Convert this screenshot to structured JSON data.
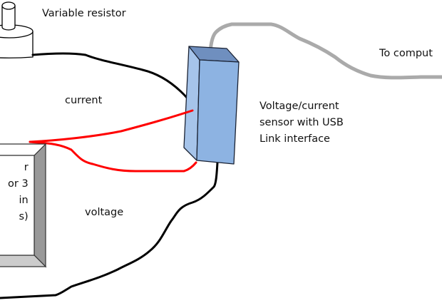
{
  "labels": {
    "variable_resistor": "Variable resistor",
    "current": "current",
    "voltage": "voltage",
    "to_computer": "To comput",
    "sensor": [
      "Voltage/current",
      "sensor with USB",
      "Link interface"
    ],
    "source": [
      "r",
      "or 3",
      "in",
      "s)"
    ]
  },
  "colors": {
    "red_wire": "#ff0000",
    "black_wire": "#000000",
    "usb_cable": "#aaaaaa",
    "sensor_front": "#8db3e2",
    "sensor_side": "#a6c4ea",
    "sensor_top": "#6f8fbf",
    "box_bevel_right": "#999999",
    "box_bevel_bottom": "#cccccc"
  }
}
